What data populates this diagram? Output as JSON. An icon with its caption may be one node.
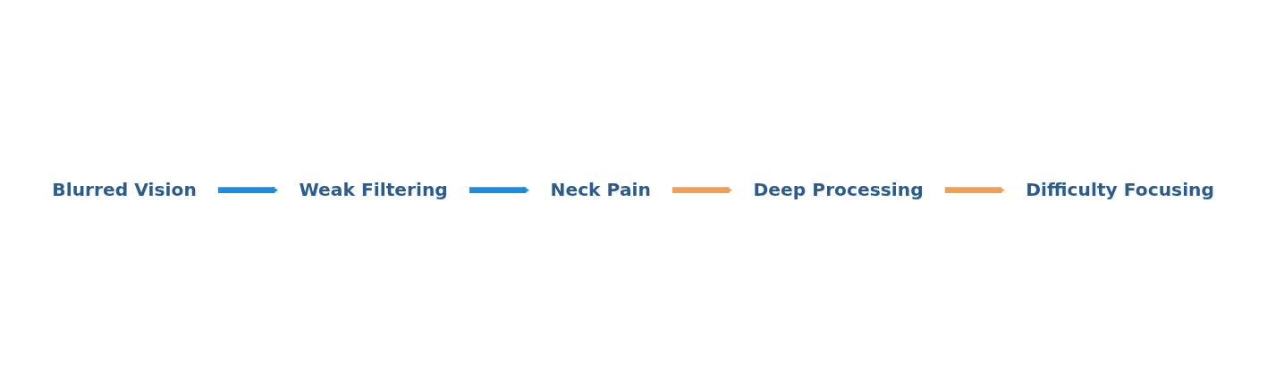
{
  "diagram": {
    "nodes": [
      {
        "text": [
          "Blurred Vision"
        ]
      },
      {
        "text": [
          "Weak Filtering"
        ]
      },
      {
        "text": [
          "Neck Pain"
        ]
      },
      {
        "text": [
          "Deep Processing"
        ]
      },
      {
        "text": [
          "Difficulty Focusing"
        ]
      }
    ],
    "edges": [
      {
        "from": 0,
        "to": 1,
        "arrow": "to",
        "color": "#1a8ee0"
      },
      {
        "from": 1,
        "to": 2,
        "arrow": "to",
        "color": "#1a8ee0"
      },
      {
        "from": 2,
        "to": 3,
        "arrow": "to",
        "color": "#f0a050"
      },
      {
        "from": 3,
        "to": 4,
        "arrow": "to",
        "color": "#f0a050"
      }
    ]
  }
}
